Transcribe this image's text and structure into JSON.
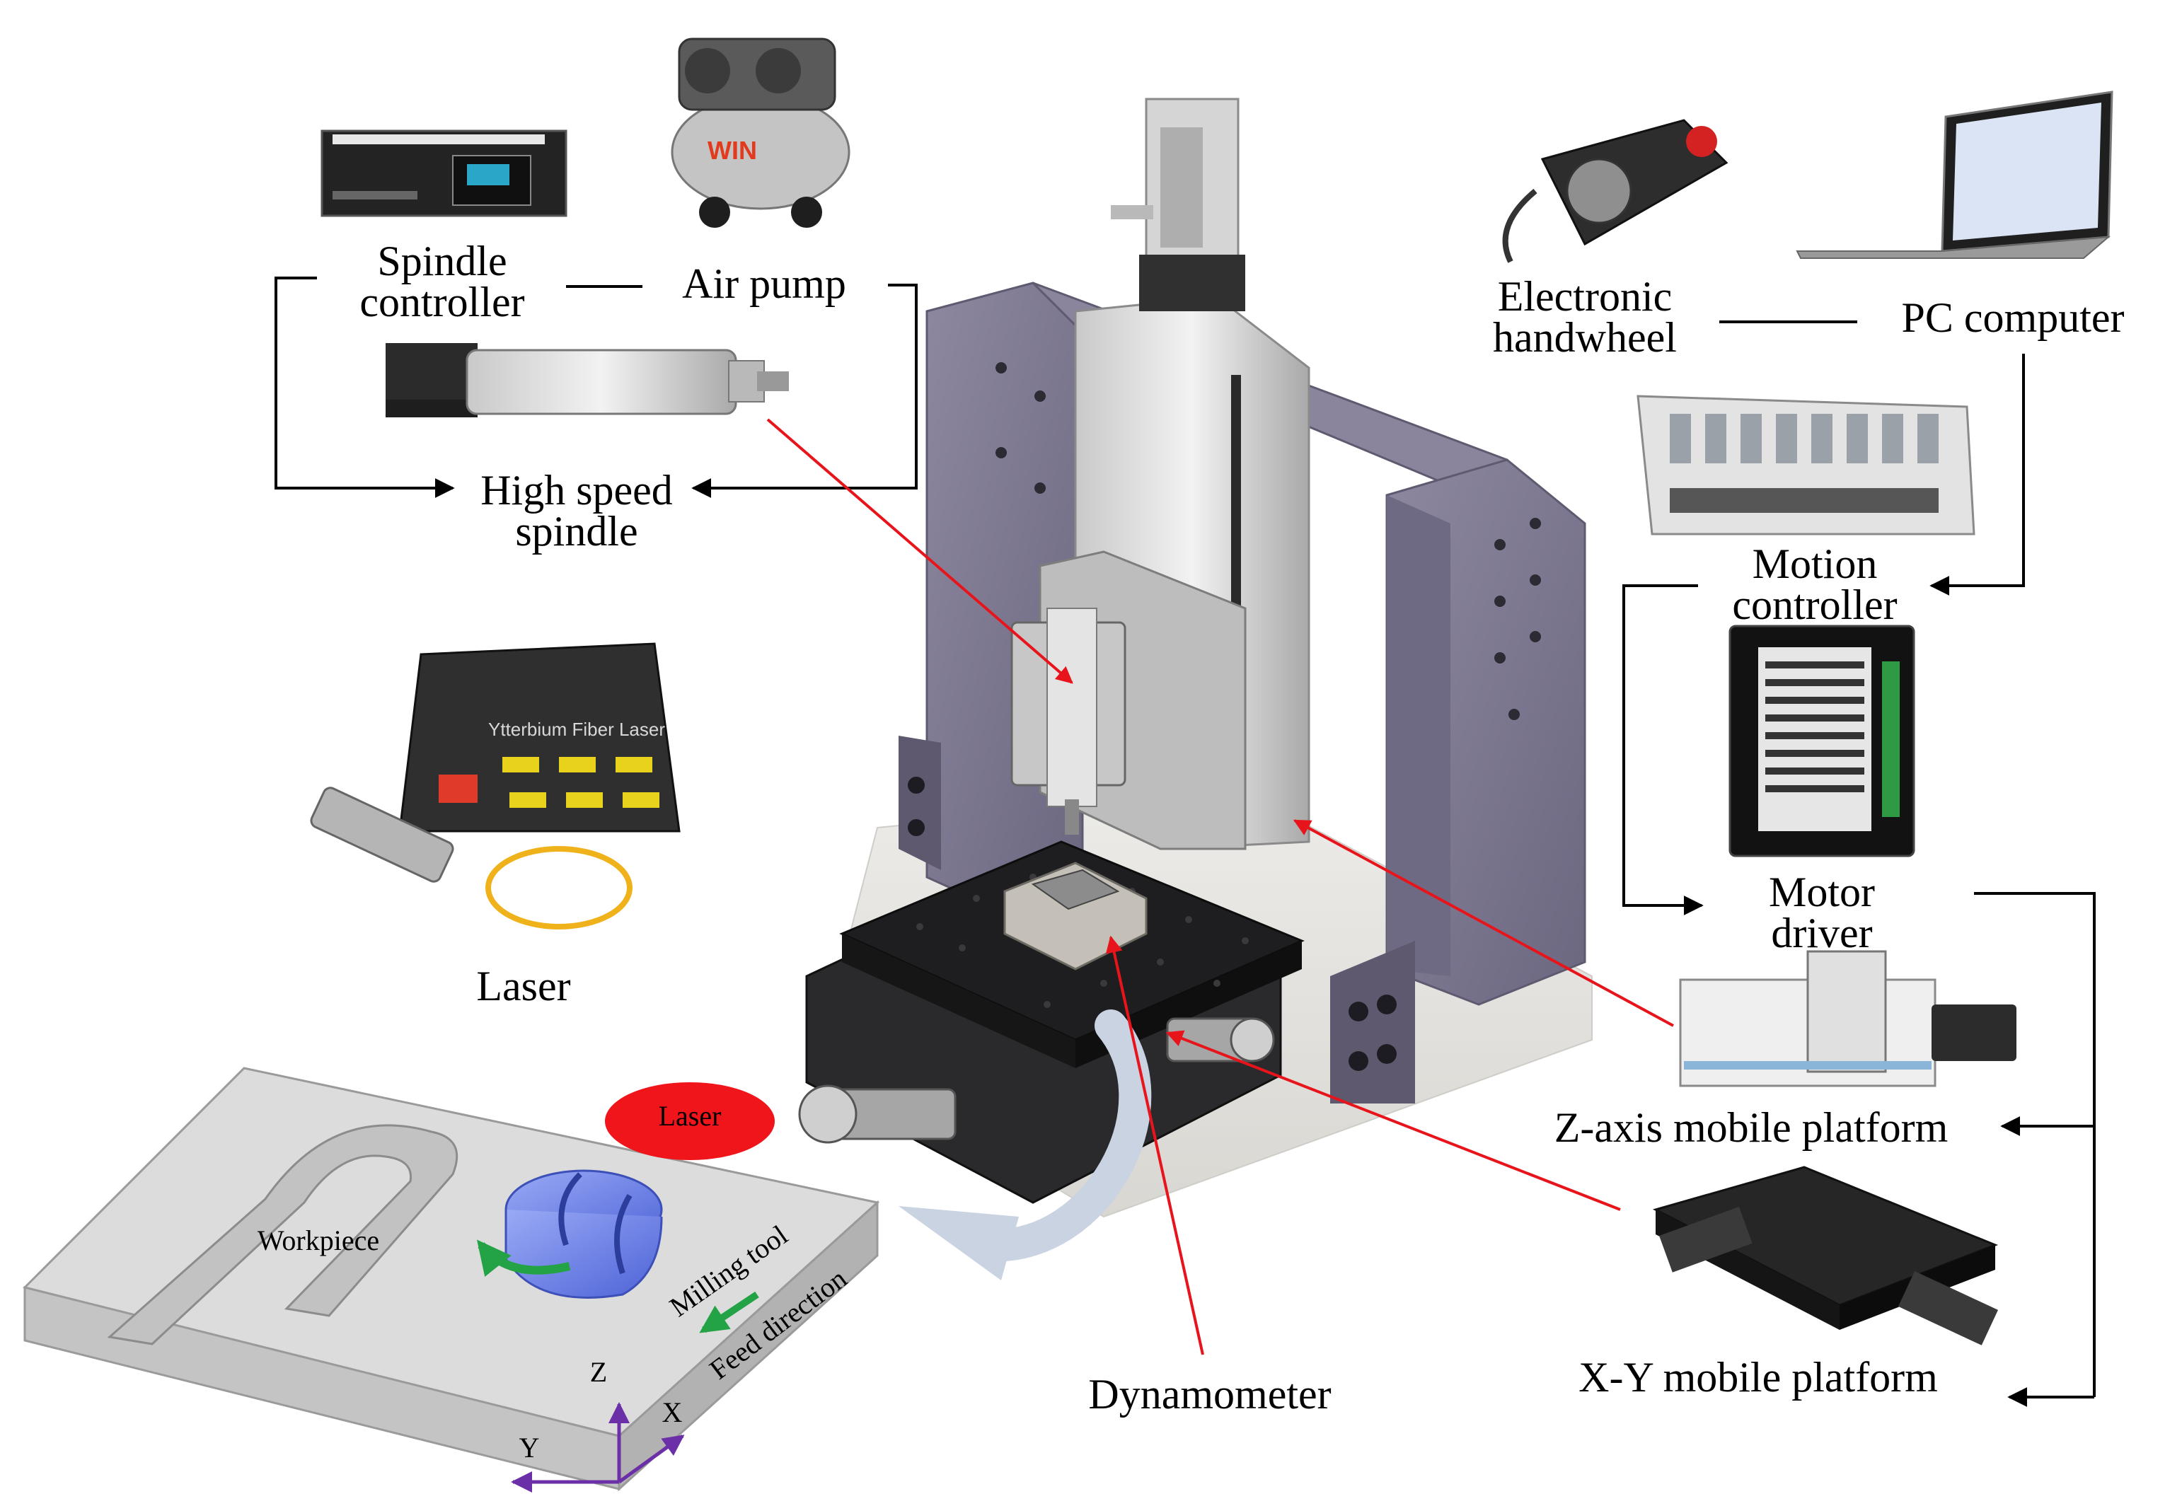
{
  "labels": {
    "spindle_controller_line1": "Spindle",
    "spindle_controller_line2": "controller",
    "air_pump": "Air pump",
    "high_speed_spindle_line1": "High speed",
    "high_speed_spindle_line2": "spindle",
    "laser": "Laser",
    "electronic_handwheel_line1": "Electronic",
    "electronic_handwheel_line2": "handwheel",
    "pc_computer": "PC computer",
    "motion_controller_line1": "Motion",
    "motion_controller_line2": "controller",
    "motor_driver_line1": "Motor",
    "motor_driver_line2": "driver",
    "z_axis_platform": "Z-axis mobile platform",
    "xy_platform": "X-Y mobile platform",
    "dynamometer": "Dynamometer"
  },
  "inset": {
    "laser_spot": "Laser",
    "workpiece": "Workpiece",
    "milling_tool": "Milling tool",
    "feed_direction": "Feed direction",
    "axis_x": "X",
    "axis_y": "Y",
    "axis_z": "Z"
  },
  "device_panels": {
    "laser_source_title": "Ytterbium Fiber Laser",
    "air_pump_brand": "WIN"
  },
  "colors": {
    "connector": "#000000",
    "pointer": "#e8141b",
    "laser_spot": "#f0141b",
    "frame": "#7e7890",
    "frame_dark": "#5f5a70",
    "machine_table": "#1e1e20",
    "workpiece": "#d8d8d8",
    "tool": "#6f86ee",
    "feed_arrow": "#23a345",
    "axis": "#6b2fa8",
    "process_arrow": "#c9d3e2"
  }
}
